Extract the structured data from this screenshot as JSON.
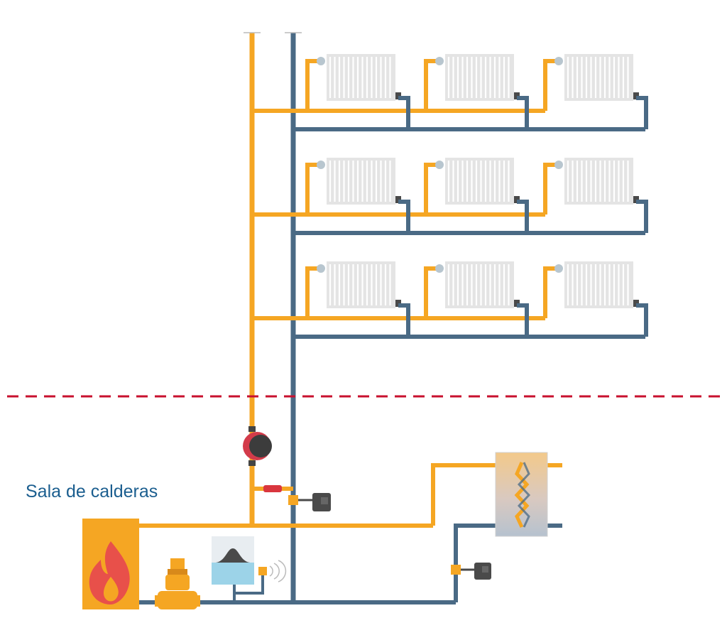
{
  "labels": {
    "boiler_room": "Sala de calderas"
  },
  "colors": {
    "hot_pipe": "#F5A623",
    "cold_pipe": "#4A6A85",
    "floor_divider": "#C8102E",
    "label_text": "#1B5E8F",
    "radiator_fill": "#E4E4E4",
    "boiler": "#F5A623",
    "flame": "#E8504A",
    "tank_water": "#9CD3E8",
    "actuator": "#4A4A4A"
  },
  "diagram": {
    "floors": 3,
    "radiators_per_floor": 3,
    "components": [
      "riser-supply-pipe",
      "riser-return-pipe",
      "radiator",
      "floor-divider",
      "boiler",
      "flame-icon",
      "circulation-pump",
      "expansion-tank",
      "valve-actuator",
      "heat-exchanger",
      "boiler-pump"
    ]
  }
}
